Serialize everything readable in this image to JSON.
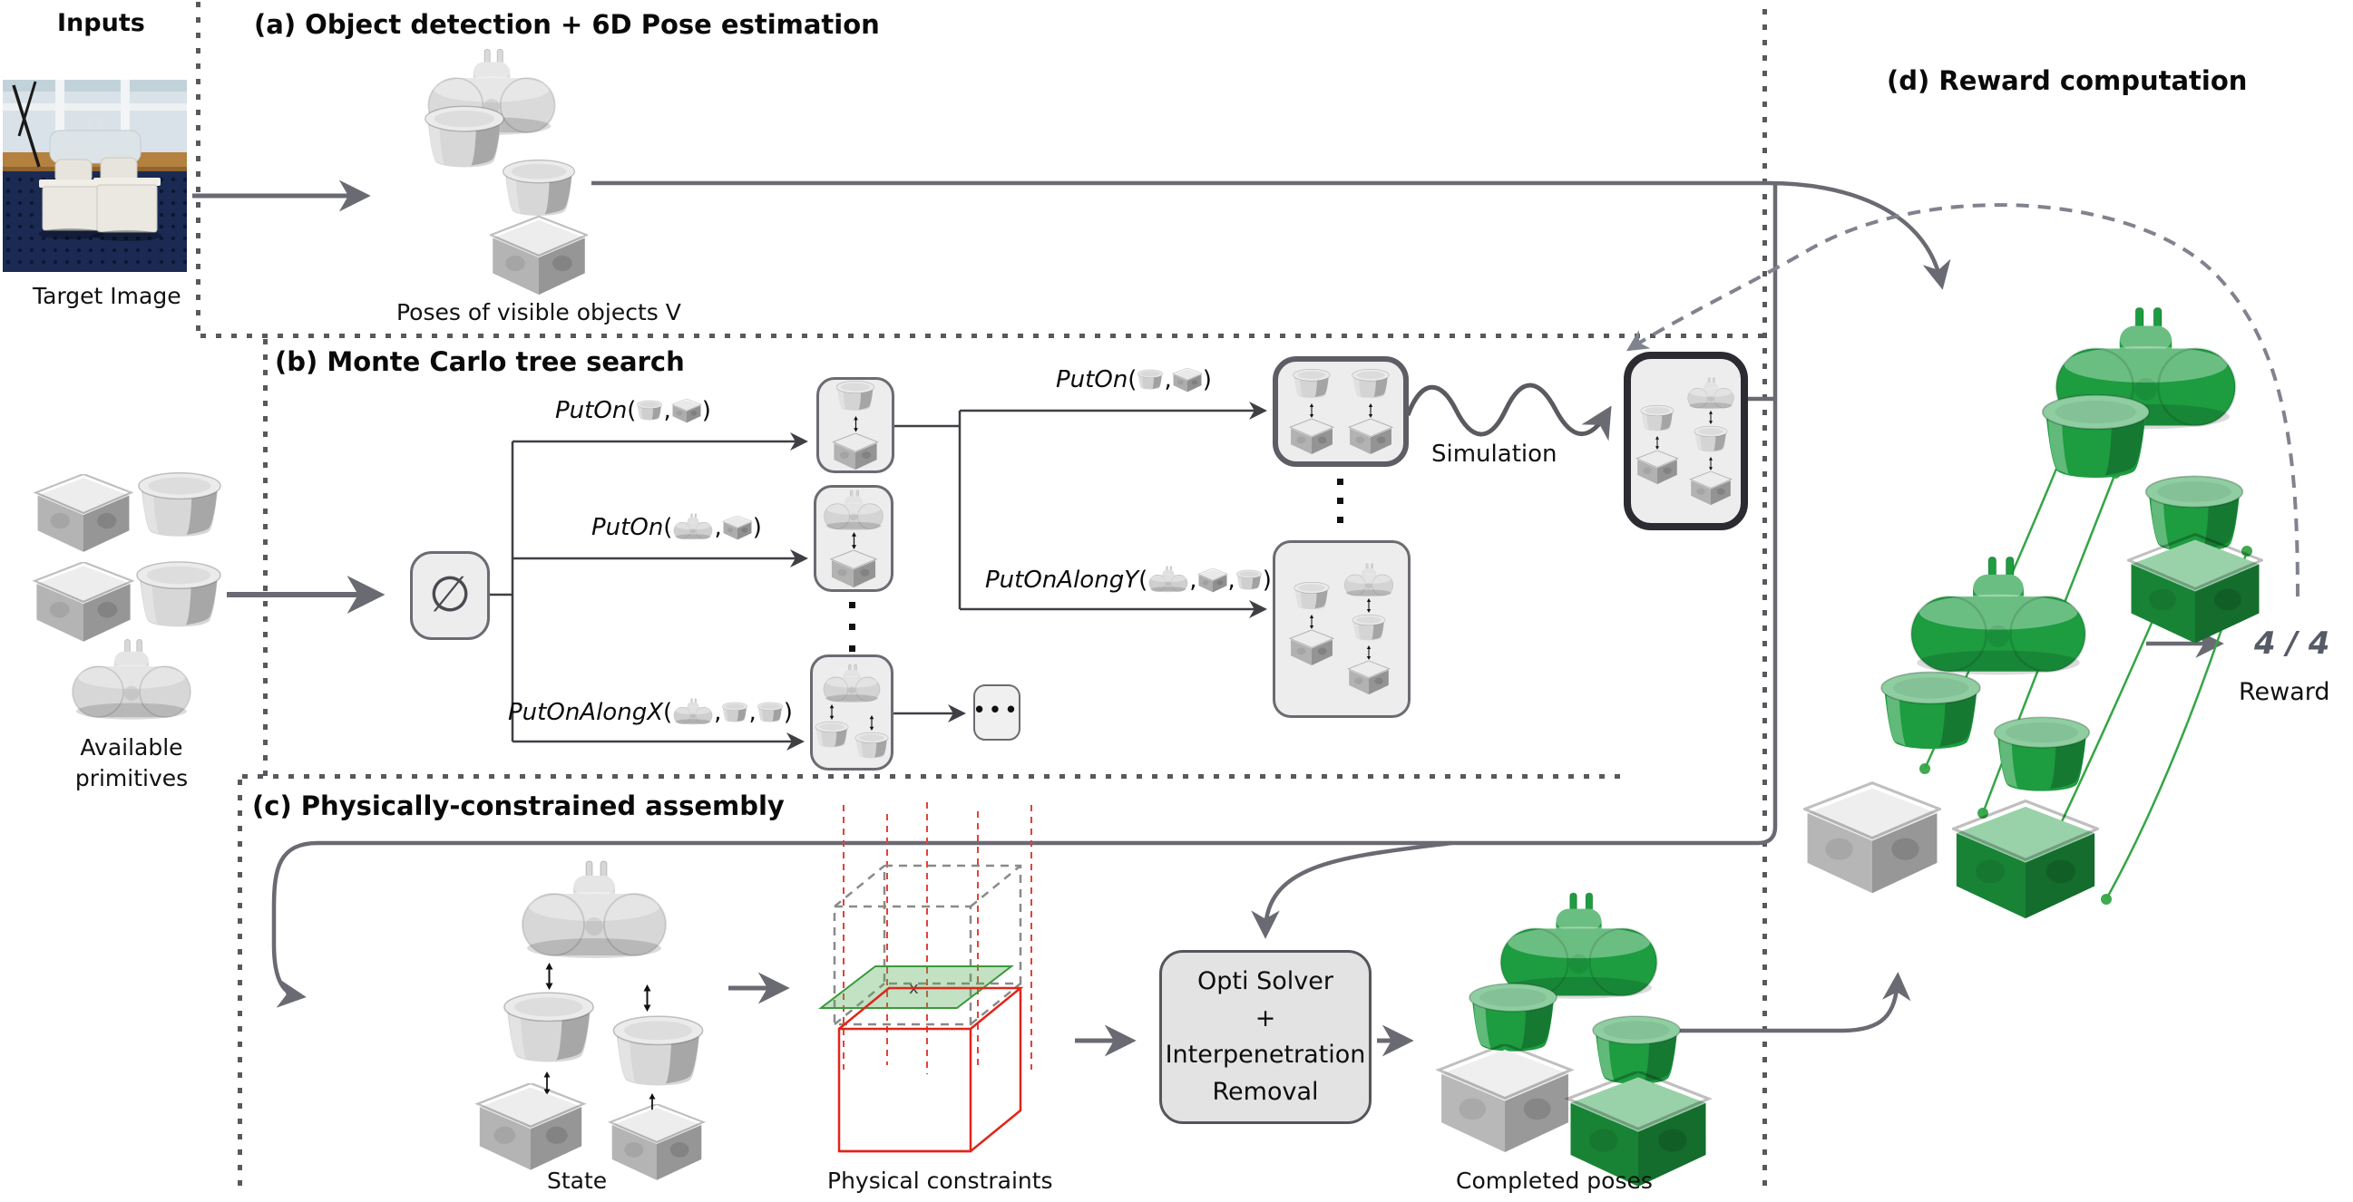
{
  "inputs": {
    "title": "Inputs",
    "photo_caption": "Target Image",
    "primitives_caption": [
      "Available",
      "primitives"
    ]
  },
  "sections": {
    "a": {
      "heading": "(a) Object detection + 6D Pose estimation",
      "caption": "Poses of visible objects V"
    },
    "b": {
      "heading": "(b) Monte Carlo tree search",
      "root_symbol": "∅",
      "ellipsis": "•••",
      "simulation_label": "Simulation",
      "label_syntax": {
        "open": "(",
        "sep": ",",
        "close": ")"
      },
      "actions": [
        {
          "name": "PutOn",
          "args": [
            "cylinder",
            "box"
          ]
        },
        {
          "name": "PutOn",
          "args": [
            "bridge",
            "box"
          ]
        },
        {
          "name": "PutOnAlongX",
          "args": [
            "bridge",
            "cylinder",
            "cylinder"
          ]
        },
        {
          "name": "PutOn",
          "args": [
            "cylinder",
            "box"
          ]
        },
        {
          "name": "PutOnAlongY",
          "args": [
            "bridge",
            "box",
            "cylinder"
          ]
        }
      ]
    },
    "c": {
      "heading": "(c) Physically-constrained assembly",
      "state_caption": "State",
      "constraints_caption": "Physical constraints",
      "solver_lines": [
        "Opti Solver",
        "+",
        "Interpenetration",
        "Removal"
      ],
      "completed_caption": "Completed poses"
    },
    "d": {
      "heading": "(d) Reward computation",
      "reward_value": "4 / 4",
      "reward_label": "Reward"
    }
  },
  "icons": [
    "box-icon",
    "cylinder-icon",
    "bridge-icon",
    "up-down-arrow-icon",
    "empty-set-icon"
  ],
  "colors": {
    "object_gray": "#d7d7d7",
    "object_green": "#1d9c40",
    "arrow_gray": "#6a6a73",
    "tree_line": "#3f3f45",
    "dashed_feedback": "#80838e",
    "constraint_red": "#d92b1f",
    "constraint_green_plane": "#3a9a3a",
    "correspondence_green": "#35a546"
  }
}
